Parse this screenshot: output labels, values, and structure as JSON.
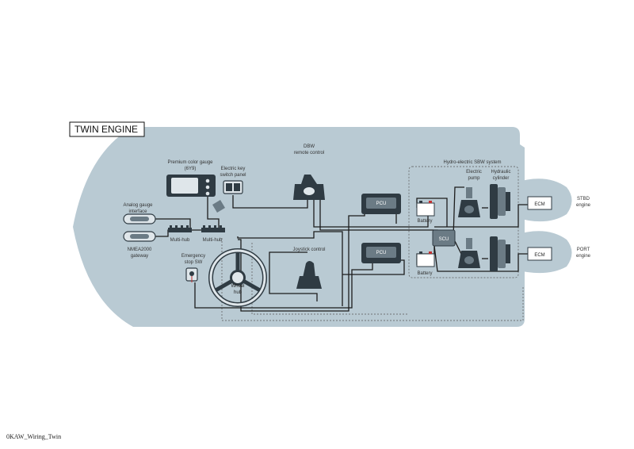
{
  "diagram": {
    "title": "TWIN ENGINE",
    "labels": {
      "dbw_line1": "DBW",
      "dbw_line2": "remote control",
      "premium_line1": "Premium color gauge",
      "premium_line2": "(6Y9)",
      "keyswitch_line1": "Electric key",
      "keyswitch_line2": "switch panel",
      "analog_line1": "Analog gauge",
      "analog_line2": "interface",
      "multihub_left": "Multi-hub",
      "multihub_right": "Multi-hub",
      "nmea_line1": "NMEA2000",
      "nmea_line2": "gateway",
      "estop_line1": "Emergency",
      "estop_line2": "stop SW",
      "wheelhub_line1": "Wheel",
      "wheelhub_line2": "hub",
      "joystick": "Joystick control",
      "pcu_top": "PCU",
      "pcu_bottom": "PCU",
      "sbw_system": "Hydro-electric SBW system",
      "electric_pump_line1": "Electric",
      "electric_pump_line2": "pump",
      "hydraulic_line1": "Hydraulic",
      "hydraulic_line2": "cylinder",
      "battery_top": "Battery",
      "battery_bottom": "Battery",
      "scu": "SCU",
      "ecm_top": "ECM",
      "ecm_bottom": "ECM",
      "stbd_line1": "STBD",
      "stbd_line2": "engine",
      "port_line1": "PORT",
      "port_line2": "engine"
    },
    "colors": {
      "hull": "#b9cad3",
      "wire": "#1c1c1c",
      "component_dark": "#2f3b43",
      "component_mid": "#6b7b85",
      "component_light": "#dfe6ea"
    }
  },
  "caption": "0KAW_Wiring_Twin"
}
